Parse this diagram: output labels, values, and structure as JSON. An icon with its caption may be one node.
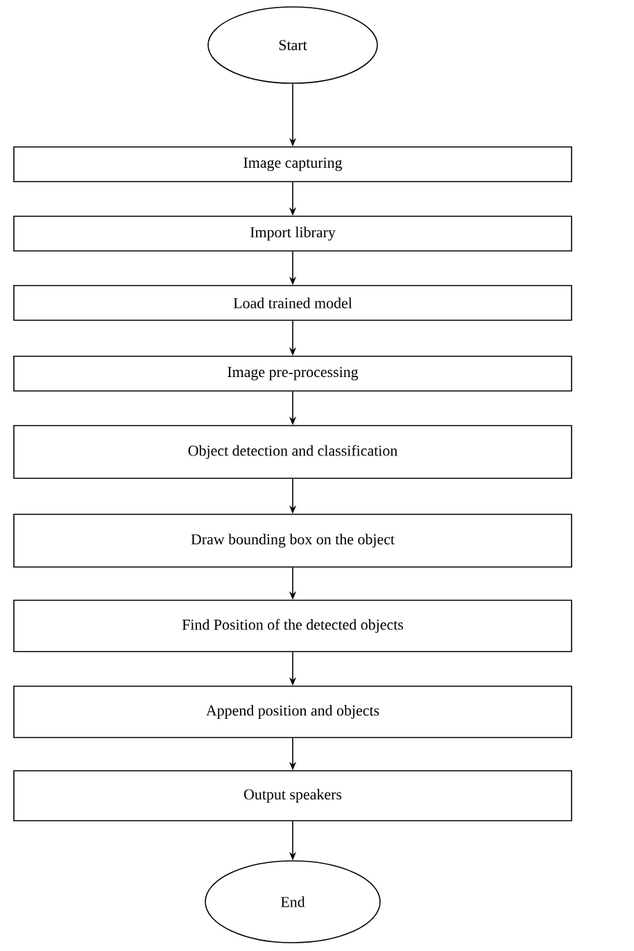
{
  "diagram": {
    "nodes": [
      {
        "text": [
          "Start"
        ]
      },
      {
        "text": [
          "Image capturing"
        ]
      },
      {
        "text": [
          "Import library"
        ]
      },
      {
        "text": [
          "Load trained model"
        ]
      },
      {
        "text": [
          "Image pre-processing"
        ]
      },
      {
        "text": [
          "Object detection and classification"
        ]
      },
      {
        "text": [
          "Draw bounding box on the object"
        ]
      },
      {
        "text": [
          "Find Position of the detected objects"
        ]
      },
      {
        "text": [
          "Append position and objects"
        ]
      },
      {
        "text": [
          "Output speakers"
        ]
      },
      {
        "text": [
          "End"
        ]
      }
    ],
    "edges": [
      {
        "from": 0,
        "to": 1,
        "arrow": "to"
      },
      {
        "from": 1,
        "to": 2,
        "arrow": "to"
      },
      {
        "from": 2,
        "to": 3,
        "arrow": "to"
      },
      {
        "from": 3,
        "to": 4,
        "arrow": "to"
      },
      {
        "from": 4,
        "to": 5,
        "arrow": "to"
      },
      {
        "from": 5,
        "to": 6,
        "arrow": "to"
      },
      {
        "from": 6,
        "to": 7,
        "arrow": "to"
      },
      {
        "from": 7,
        "to": 8,
        "arrow": "to"
      },
      {
        "from": 8,
        "to": 9,
        "arrow": "to"
      },
      {
        "from": 9,
        "to": 10,
        "arrow": "to"
      }
    ]
  }
}
